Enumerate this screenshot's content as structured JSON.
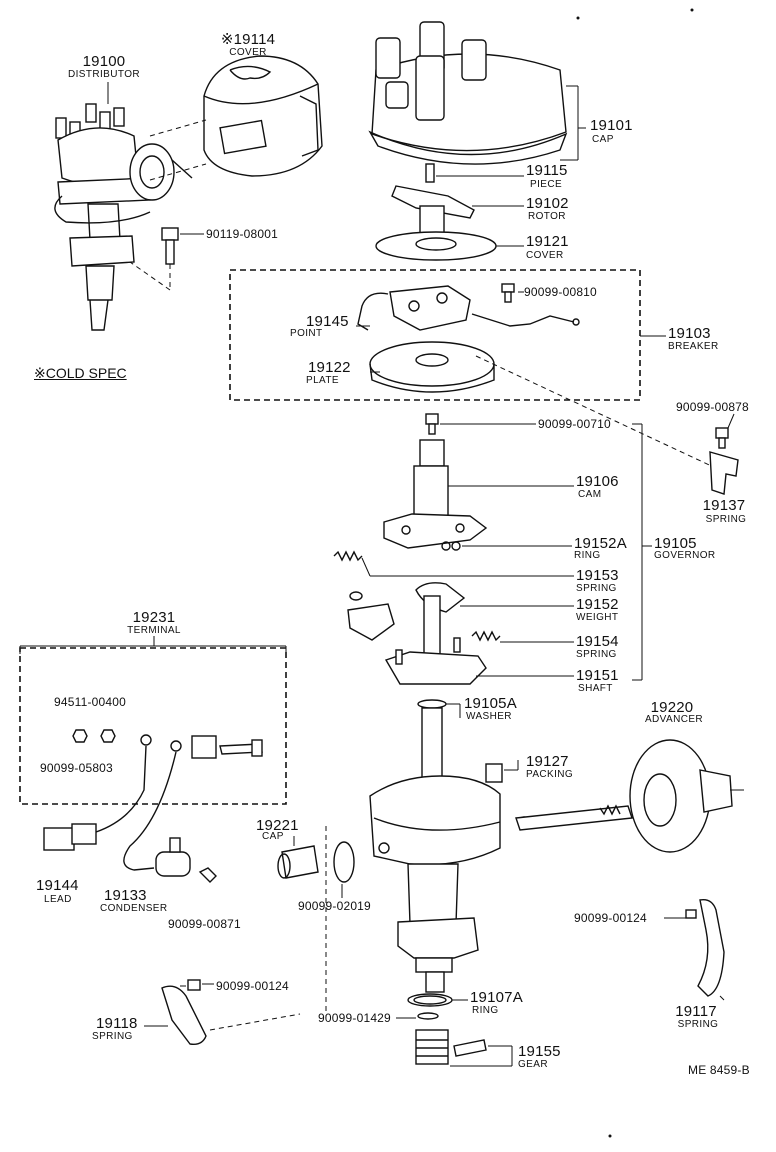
{
  "parts": [
    {
      "id": "distributor",
      "number": "19100",
      "name": "DISTRIBUTOR"
    },
    {
      "id": "cover-top",
      "number": "※19114",
      "name": "COVER"
    },
    {
      "id": "cap-top",
      "number": "19101",
      "name": "CAP"
    },
    {
      "id": "piece",
      "number": "19115",
      "name": "PIECE"
    },
    {
      "id": "rotor",
      "number": "19102",
      "name": "ROTOR"
    },
    {
      "id": "cover-mid",
      "number": "19121",
      "name": "COVER"
    },
    {
      "id": "breaker",
      "number": "19103",
      "name": "BREAKER"
    },
    {
      "id": "point",
      "number": "19145",
      "name": "POINT"
    },
    {
      "id": "plate",
      "number": "19122",
      "name": "PLATE"
    },
    {
      "id": "spring-19137",
      "number": "19137",
      "name": "SPRING"
    },
    {
      "id": "cam",
      "number": "19106",
      "name": "CAM"
    },
    {
      "id": "ring-19152a",
      "number": "19152A",
      "name": "RING"
    },
    {
      "id": "governor",
      "number": "19105",
      "name": "GOVERNOR"
    },
    {
      "id": "spring-19153",
      "number": "19153",
      "name": "SPRING"
    },
    {
      "id": "weight",
      "number": "19152",
      "name": "WEIGHT"
    },
    {
      "id": "spring-19154",
      "number": "19154",
      "name": "SPRING"
    },
    {
      "id": "shaft",
      "number": "19151",
      "name": "SHAFT"
    },
    {
      "id": "terminal",
      "number": "19231",
      "name": "TERMINAL"
    },
    {
      "id": "washer",
      "number": "19105A",
      "name": "WASHER"
    },
    {
      "id": "advancer",
      "number": "19220",
      "name": "ADVANCER"
    },
    {
      "id": "packing",
      "number": "19127",
      "name": "PACKING"
    },
    {
      "id": "cap-small",
      "number": "19221",
      "name": "CAP"
    },
    {
      "id": "lead",
      "number": "19144",
      "name": "LEAD"
    },
    {
      "id": "condenser",
      "number": "19133",
      "name": "CONDENSER"
    },
    {
      "id": "ring-19107a",
      "number": "19107A",
      "name": "RING"
    },
    {
      "id": "spring-19117",
      "number": "19117",
      "name": "SPRING"
    },
    {
      "id": "spring-19118",
      "number": "19118",
      "name": "SPRING"
    },
    {
      "id": "gear",
      "number": "19155",
      "name": "GEAR"
    }
  ],
  "fasteners": [
    "90119-08001",
    "90099-00810",
    "90099-00878",
    "90099-00710",
    "94511-00400",
    "90099-05803",
    "90099-00871",
    "90099-02019",
    "90099-00124",
    "90099-00124",
    "90099-01429"
  ],
  "note": "※COLD SPEC",
  "figure_code": "ME 8459-B"
}
